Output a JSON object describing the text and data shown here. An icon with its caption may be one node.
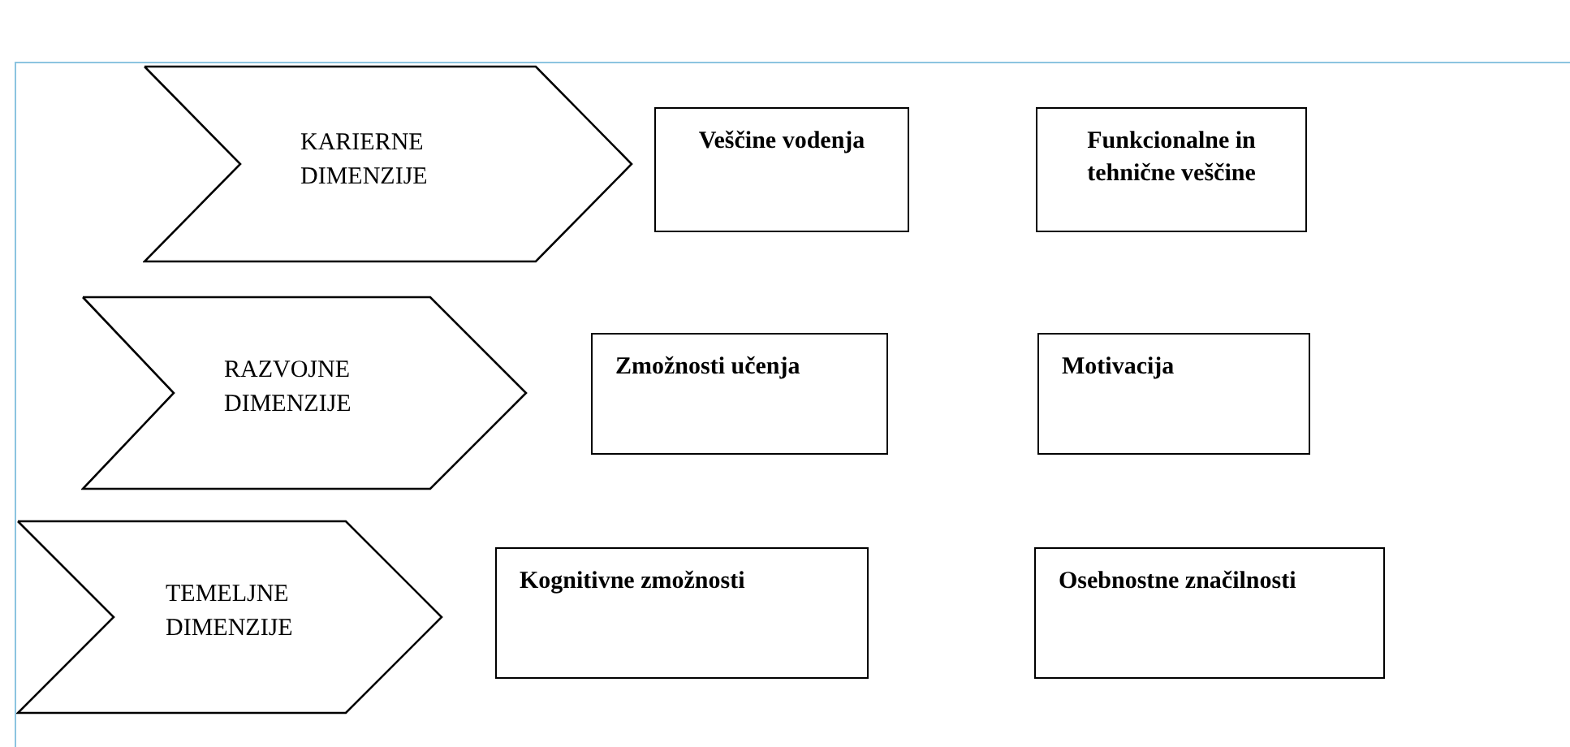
{
  "diagram": {
    "nodes": [
      {
        "text": [
          "KARIERNE DIMENZIJE"
        ]
      },
      {
        "text": [
          "Veščine vodenja"
        ]
      },
      {
        "text": [
          "Funkcionalne in tehnične veščine"
        ]
      },
      {
        "text": [
          "RAZVOJNE DIMENZIJE"
        ]
      },
      {
        "text": [
          "Zmožnosti učenja"
        ]
      },
      {
        "text": [
          "Motivacija"
        ]
      },
      {
        "text": [
          "TEMELJNE DIMENZIJE"
        ]
      },
      {
        "text": [
          "Kognitivne zmožnosti"
        ]
      },
      {
        "text": [
          "Osebnostne značilnosti"
        ]
      }
    ]
  }
}
